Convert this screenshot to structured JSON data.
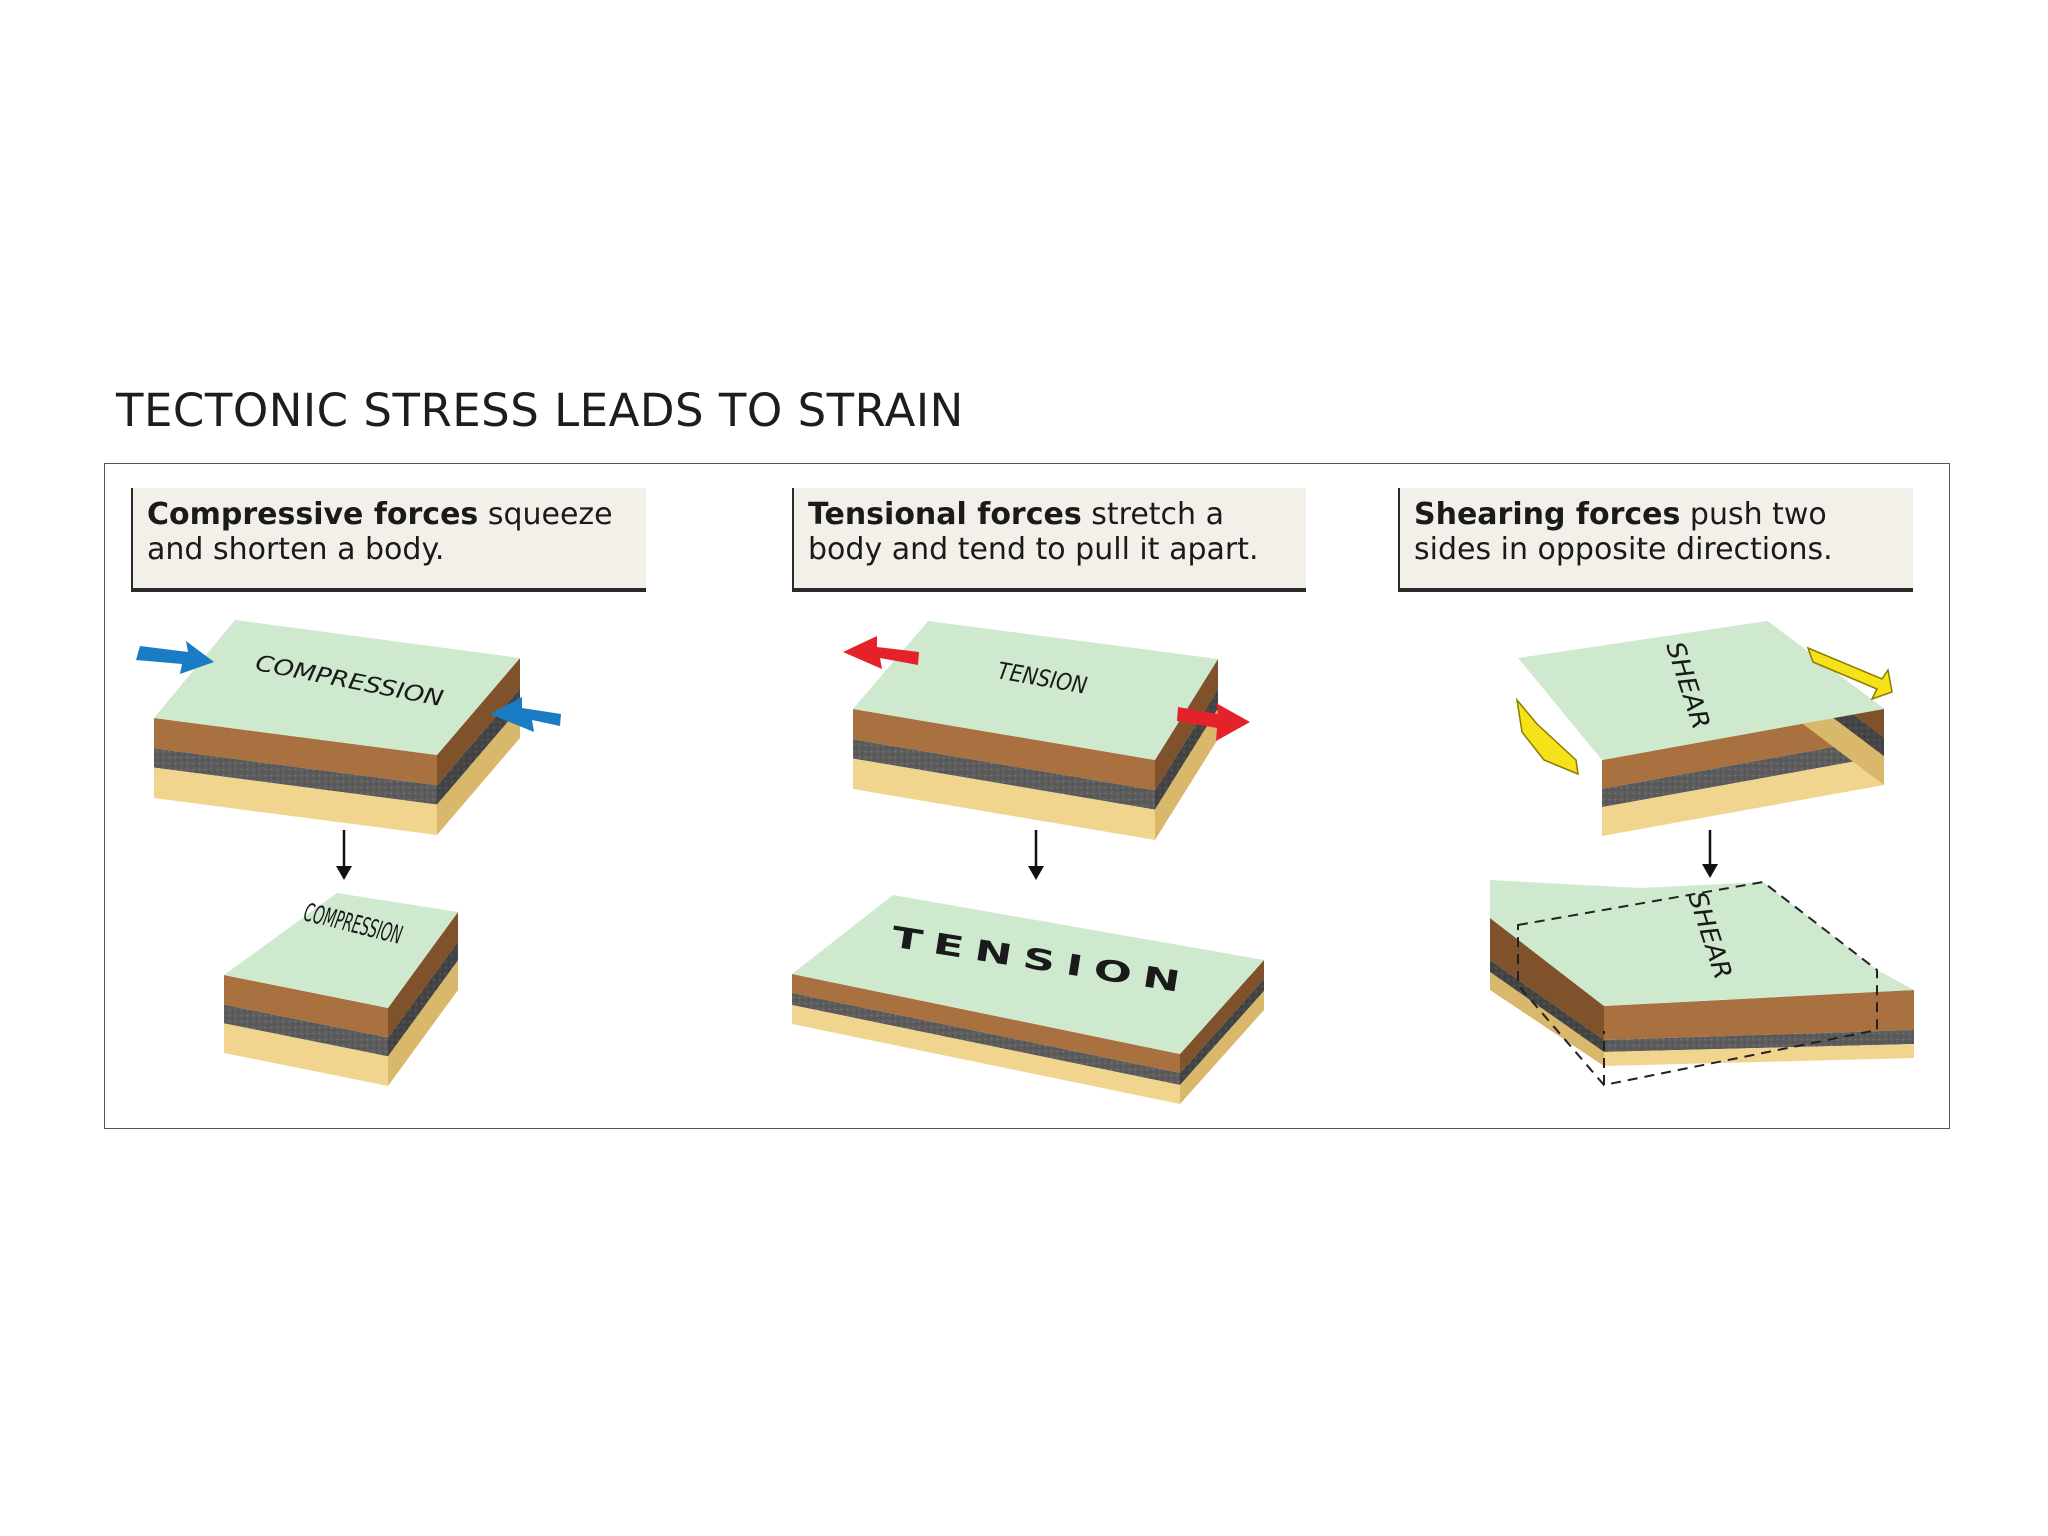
{
  "title": "TECTONIC STRESS LEADS TO STRAIN",
  "panels": [
    {
      "id": "compression",
      "caption_bold": "Compressive forces",
      "caption_rest": " squeeze and shorten a body.",
      "block_label_before": "COMPRESSION",
      "block_label_after": "COMPRESSION",
      "arrow_color": "#1a7cc4"
    },
    {
      "id": "tension",
      "caption_bold": "Tensional forces",
      "caption_rest": " stretch a body and tend to pull it apart.",
      "block_label_before": "TENSION",
      "block_label_after": "TENSION",
      "arrow_color": "#e5222a"
    },
    {
      "id": "shear",
      "caption_bold": "Shearing forces",
      "caption_rest": " push two sides in opposite directions.",
      "block_label_before": "SHEAR",
      "block_label_after": "SHEAR",
      "arrow_color": "#f5e21a"
    }
  ],
  "colors": {
    "top_face": "#cfe9cf",
    "brown_layer": "#a8713f",
    "brown_dark": "#7f522b",
    "gray_layer": "#5c5c5c",
    "gray_dark": "#444444",
    "sand_layer": "#f1d58f",
    "sand_dark": "#d9b86c",
    "frame": "#555555"
  }
}
